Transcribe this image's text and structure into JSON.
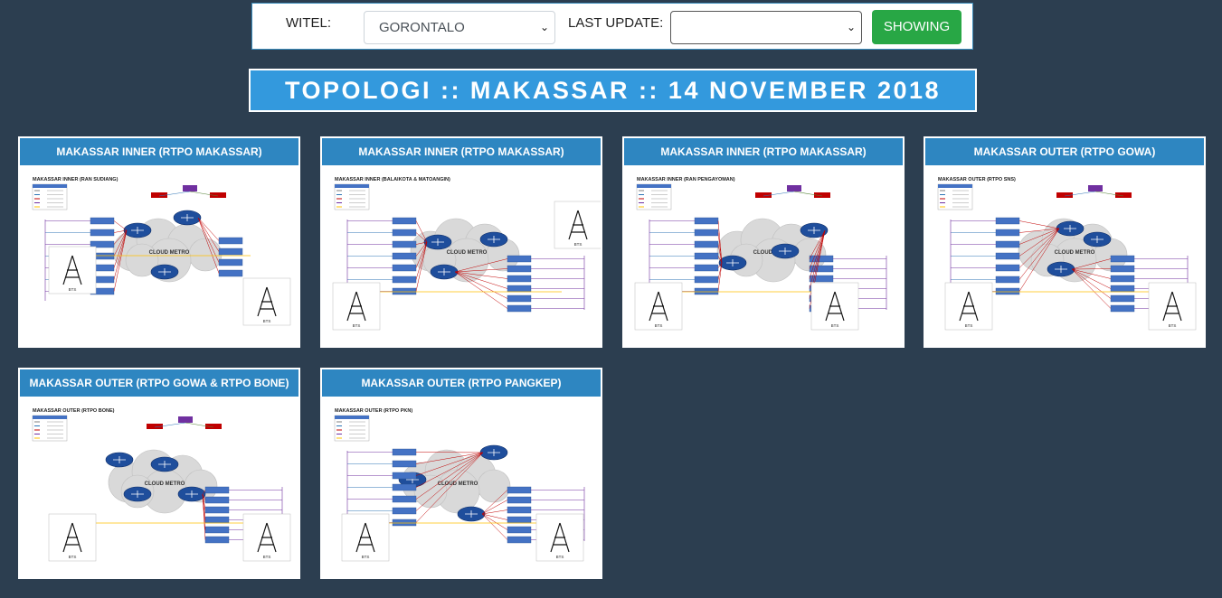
{
  "filter": {
    "witel_label": "WITEL:",
    "witel_value": "GORONTALO",
    "last_update_label": "LAST UPDATE:",
    "last_update_value": "",
    "show_button": "SHOWING"
  },
  "page_title": "TOPOLOGI :: MAKASSAR :: 14 NOVEMBER 2018",
  "diagram_labels": {
    "cloud": "CLOUD METRO",
    "bts": "BTS"
  },
  "cards": [
    {
      "title": "MAKASSAR INNER (RTPO MAKASSAR)",
      "subtitle": "MAKASSAR INNER (RAN SUDIANG)"
    },
    {
      "title": "MAKASSAR INNER (RTPO MAKASSAR)",
      "subtitle": "MAKASSAR INNER (BALAIKOTA & MATOANGIN)"
    },
    {
      "title": "MAKASSAR INNER (RTPO MAKASSAR)",
      "subtitle": "MAKASSAR INNER (RAN PENGAYOMAN)"
    },
    {
      "title": "MAKASSAR OUTER (RTPO GOWA)",
      "subtitle": "MAKASSAR OUTER (RTPO SNS)"
    },
    {
      "title": "MAKASSAR OUTER (RTPO GOWA & RTPO BONE)",
      "subtitle": "MAKASSAR OUTER (RTPO BONE)"
    },
    {
      "title": "MAKASSAR OUTER (RTPO PANGKEP)",
      "subtitle": "MAKASSAR OUTER (RTPO PKN)"
    }
  ]
}
